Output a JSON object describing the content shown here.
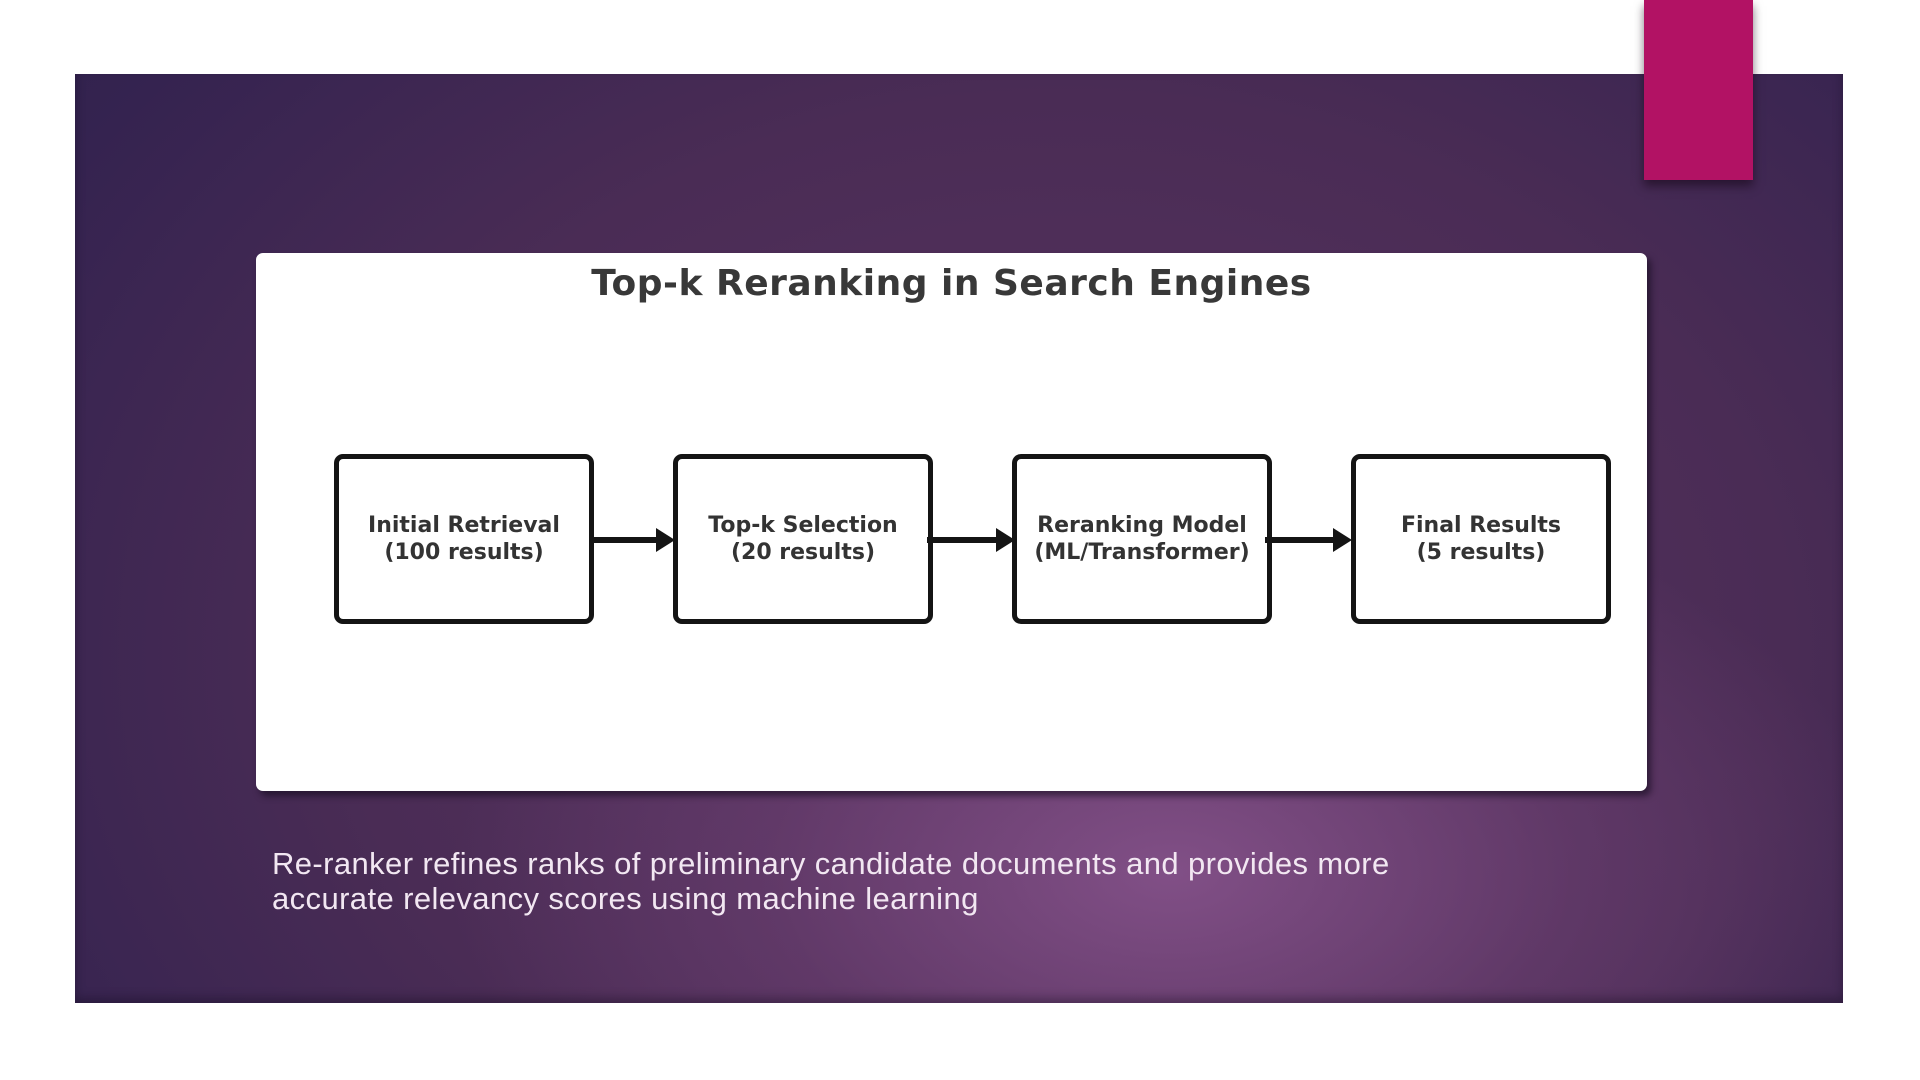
{
  "diagram": {
    "title": "Top-k Reranking in Search Engines",
    "boxes": [
      {
        "line1": "Initial Retrieval",
        "line2": "(100 results)"
      },
      {
        "line1": "Top-k Selection",
        "line2": "(20 results)"
      },
      {
        "line1": "Reranking Model",
        "line2": "(ML/Transformer)"
      },
      {
        "line1": "Final Results",
        "line2": "(5 results)"
      }
    ]
  },
  "slide": {
    "caption_lines": [
      "Re-ranker refines ranks of preliminary candidate documents and provides more",
      "accurate relevancy scores using machine learning"
    ]
  },
  "colors": {
    "accent_ribbon": "#b21264",
    "slide_dark": "#2b2148",
    "slide_mid": "#4a2c55",
    "slide_light": "#77487c",
    "panel_bg": "#ffffff",
    "box_border": "#141414",
    "box_text": "#333333",
    "title_text": "#383838",
    "caption_text": "#f2e7f2"
  }
}
